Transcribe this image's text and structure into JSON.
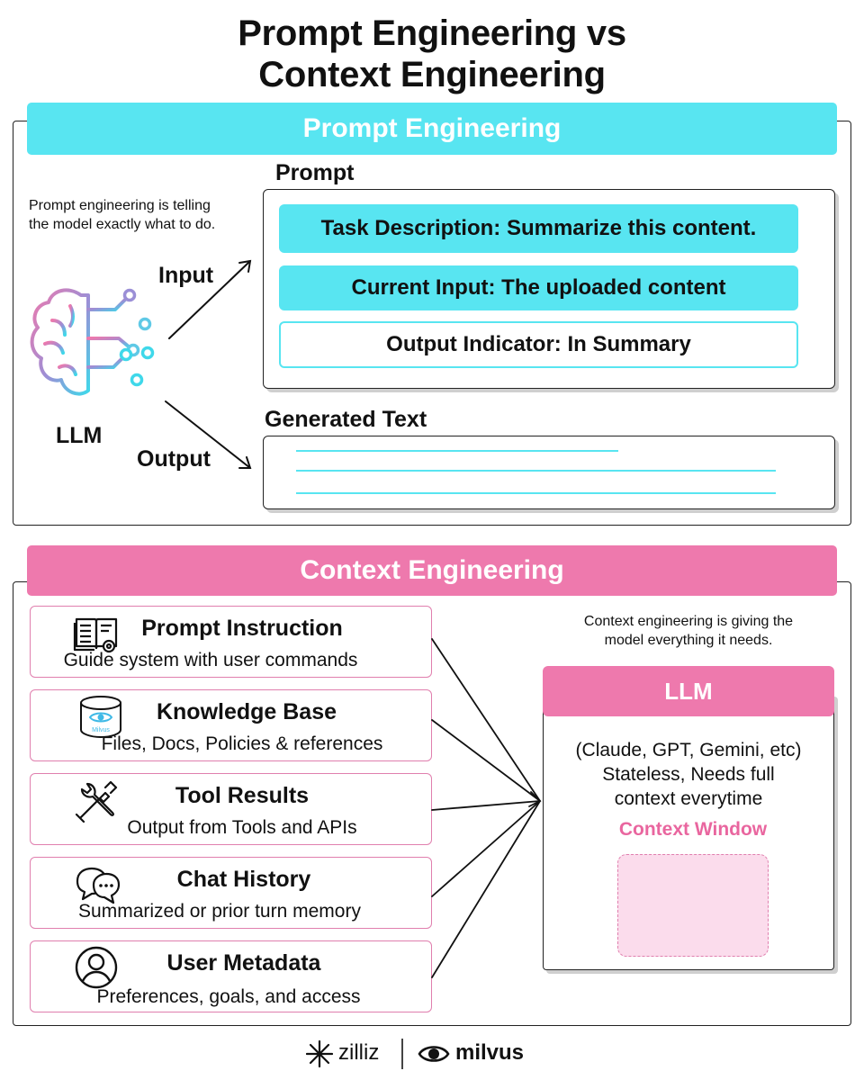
{
  "title": {
    "line1": "Prompt Engineering vs",
    "line2": "Context Engineering"
  },
  "prompt_section": {
    "banner": "Prompt Engineering",
    "description": "Prompt engineering is telling the model exactly what to do.",
    "description_line1": "Prompt engineering is telling",
    "description_line2": "the model exactly what to do.",
    "llm_label": "LLM",
    "input_label": "Input",
    "output_label": "Output",
    "prompt_heading": "Prompt",
    "items": [
      {
        "text": "Task Description: Summarize this content.",
        "style": "filled"
      },
      {
        "text": "Current Input: The uploaded content",
        "style": "filled"
      },
      {
        "text": "Output Indicator: In Summary",
        "style": "outline"
      }
    ],
    "generated_heading": "Generated Text"
  },
  "context_section": {
    "banner": "Context Engineering",
    "description_line1": "Context engineering is giving the",
    "description_line2": "model everything it needs.",
    "cards": [
      {
        "title": "Prompt Instruction",
        "subtitle": "Guide system with user commands",
        "icon": "book-gear-icon"
      },
      {
        "title": "Knowledge Base",
        "subtitle": "Files, Docs, Policies & references",
        "icon": "database-icon",
        "icon_text": "Milvus"
      },
      {
        "title": "Tool Results",
        "subtitle": "Output from Tools and APIs",
        "icon": "tools-icon"
      },
      {
        "title": "Chat History",
        "subtitle": "Summarized or prior turn memory",
        "icon": "chat-bubbles-icon"
      },
      {
        "title": "User Metadata",
        "subtitle": "Preferences, goals, and access",
        "icon": "user-icon"
      }
    ],
    "llm_box": {
      "header": "LLM",
      "line1": "(Claude, GPT, Gemini, etc)",
      "line2": "Stateless, Needs full",
      "line3": "context everytime",
      "context_window": "Context Window"
    }
  },
  "footer": {
    "brand1": "zilliz",
    "brand2": "milvus"
  },
  "colors": {
    "cyan": "#58e5f1",
    "pink": "#ee79ad",
    "pink_light": "#fbdcec",
    "pink_text": "#e9669f"
  }
}
